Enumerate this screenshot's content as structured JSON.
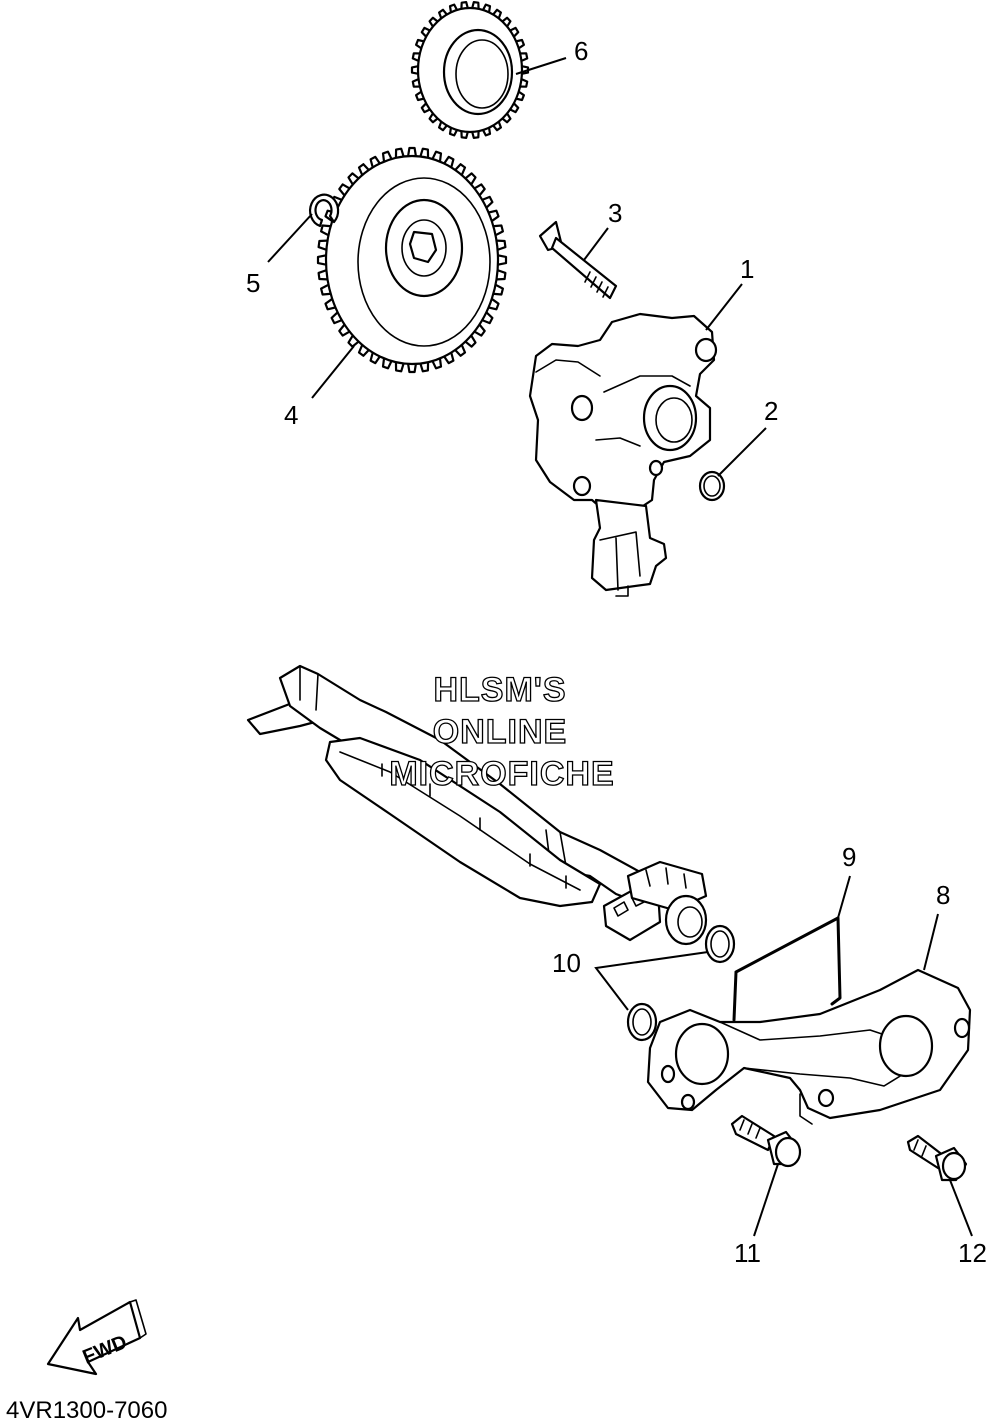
{
  "watermark": {
    "line1": "HLSM'S",
    "line2": "ONLINE",
    "line3": "MICROFICHE"
  },
  "callouts": [
    "1",
    "2",
    "3",
    "4",
    "5",
    "6",
    "8",
    "9",
    "10",
    "11",
    "12"
  ],
  "direction_label": "FWD",
  "reference_number": "4VR1300-7060"
}
